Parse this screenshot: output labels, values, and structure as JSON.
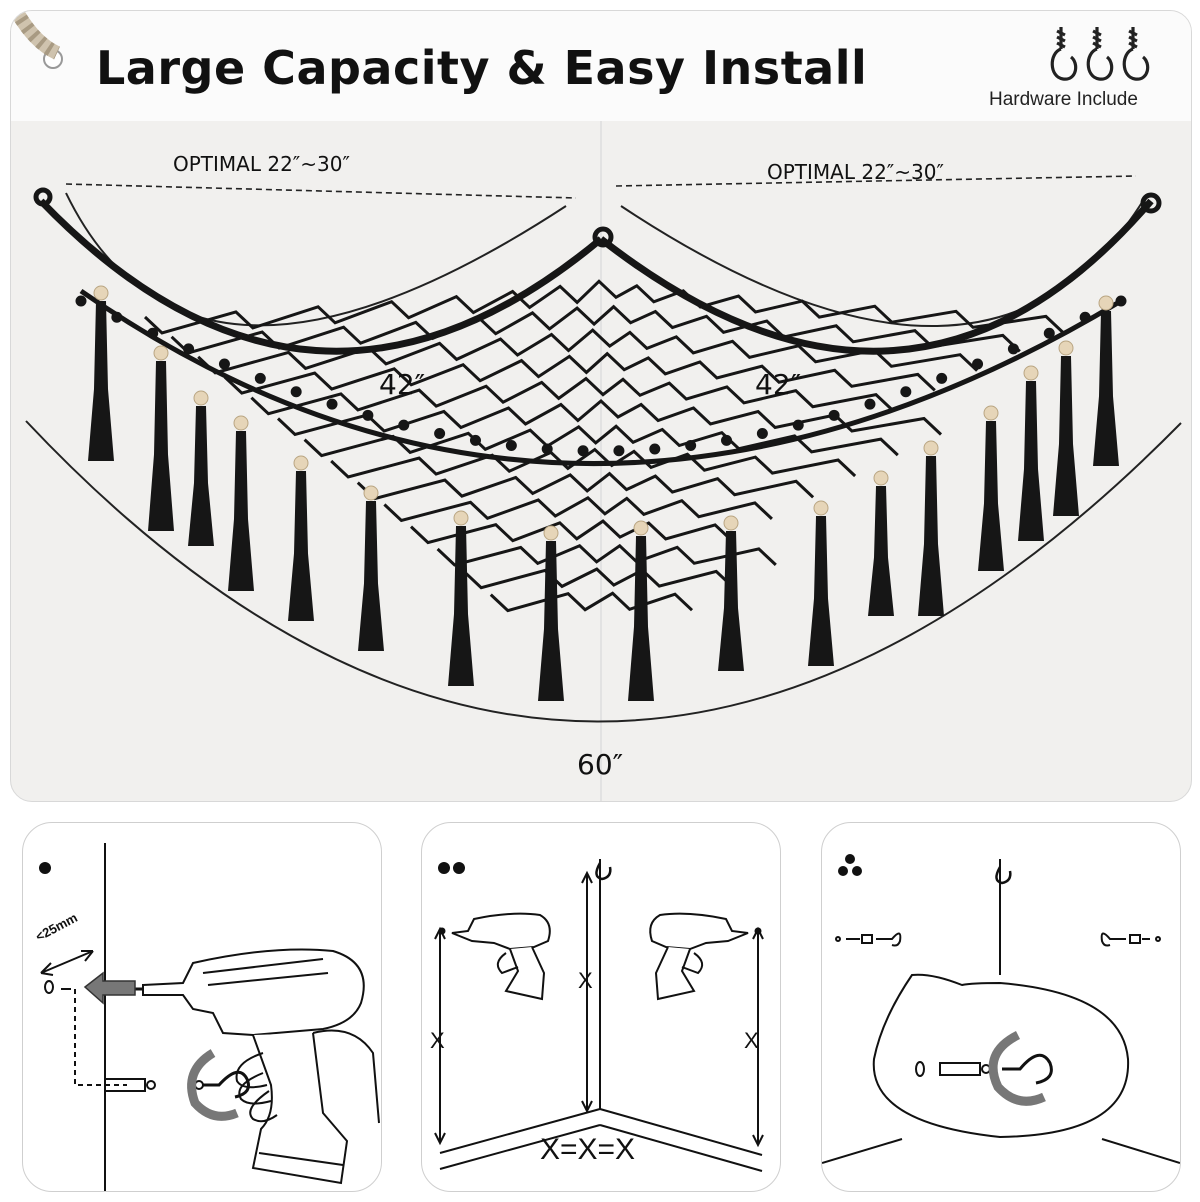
{
  "header": {
    "title": "Large Capacity & Easy Install",
    "hardware_label": "Hardware Include",
    "hardware_icon": "screw-hook-icon"
  },
  "dimensions": {
    "optimal_left": "OPTIMAL 22″~30″",
    "optimal_right": "OPTIMAL 22″~30″",
    "side_left": "42″",
    "side_right": "42″",
    "bottom": "60″"
  },
  "steps": [
    {
      "marker_count": 1,
      "size_label": "<25mm"
    },
    {
      "marker_count": 2,
      "x_left": "X",
      "x_center": "X",
      "x_right": "X",
      "equality": "X=X=X"
    },
    {
      "marker_count": 3
    }
  ],
  "colors": {
    "net": "#161616",
    "bead": "#e6d5b8",
    "panel": "#f1f0ee",
    "arrow": "#777777"
  }
}
